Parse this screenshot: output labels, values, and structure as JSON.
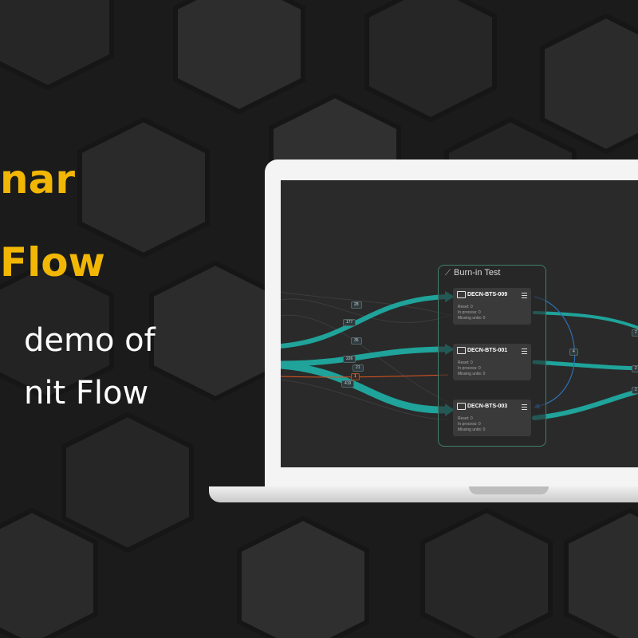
{
  "headline": {
    "line1": "nar",
    "line2": "Flow",
    "line3": "demo of",
    "line4": "nit Flow"
  },
  "colors": {
    "accent": "#f2b705",
    "flow_teal": "#1fa39a",
    "flow_red": "#e0551f",
    "flow_blue": "#2f6fb0"
  },
  "app": {
    "group_title": "Burn-in Test",
    "group_icon": "trend-line-icon",
    "nodes": [
      {
        "name": "DECN-BTS-009",
        "icon": "monitor-icon",
        "stats": [
          "Reset: 0",
          "In process: 0",
          "Missing units: 0"
        ]
      },
      {
        "name": "DECN-BTS-001",
        "icon": "monitor-icon",
        "stats": [
          "Reset: 0",
          "In process: 0",
          "Missing units: 0"
        ]
      },
      {
        "name": "DECN-BTS-003",
        "icon": "monitor-icon",
        "stats": [
          "Reset: 0",
          "In process: 0",
          "Missing units: 0"
        ]
      }
    ],
    "edge_labels": {
      "e1": "28",
      "e2": "177",
      "e3": "35",
      "e4": "226",
      "e5": "21",
      "e6": "1",
      "e7": "419",
      "e8": "4",
      "e9": "2",
      "e10": "2",
      "e11": "2"
    }
  }
}
